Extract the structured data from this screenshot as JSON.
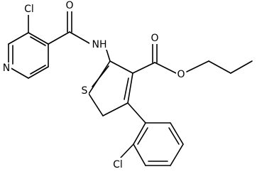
{
  "diagram": {
    "atoms": {
      "cl_pyridine": "Cl",
      "n_pyridine": "N",
      "o_amide": "O",
      "nh_amide": "NH",
      "o_ester_carbonyl": "O",
      "o_ester_ether": "O",
      "s_thiophene": "S",
      "cl_phenyl": "Cl"
    }
  }
}
